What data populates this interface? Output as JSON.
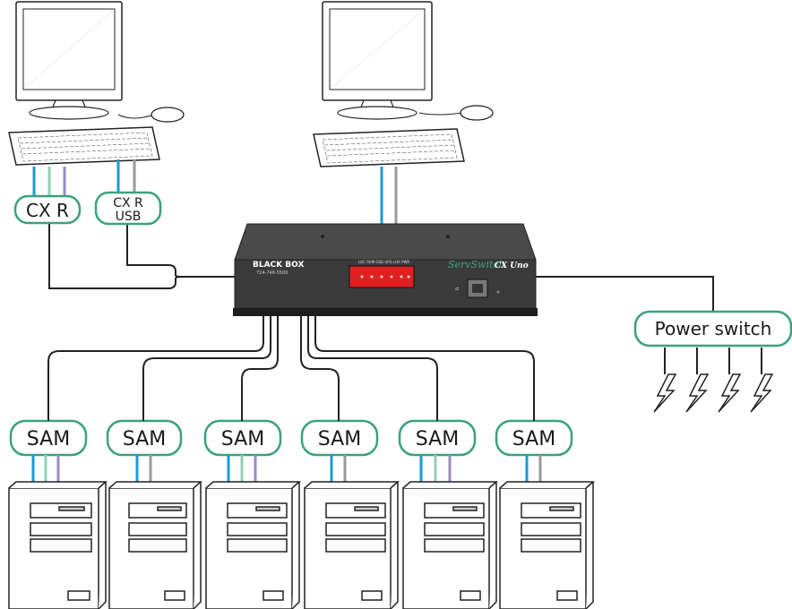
{
  "labels": {
    "cx_r": "CX R",
    "cx_r_usb_line1": "CX R",
    "cx_r_usb_line2": "USB",
    "power_switch": "Power switch",
    "sam": [
      "SAM",
      "SAM",
      "SAM",
      "SAM",
      "SAM",
      "SAM"
    ]
  },
  "device": {
    "brand": "BLACK BOX",
    "phone": "724-746-5500",
    "indicators": "LOC REM OSD UPG LOX PWR",
    "product_name": "ServSwitch",
    "product_model": "CX Uno"
  },
  "colors": {
    "label_border": "#3aa27a",
    "cable_blue": "#1e9ad6",
    "cable_gray": "#9a9a9a",
    "cable_green": "#8fd0b3",
    "cable_purple": "#9a8ac4",
    "cable_black": "#222222",
    "device_body": "#3a3a3a",
    "led_panel": "#e02020",
    "product_green": "#3aa27a"
  }
}
